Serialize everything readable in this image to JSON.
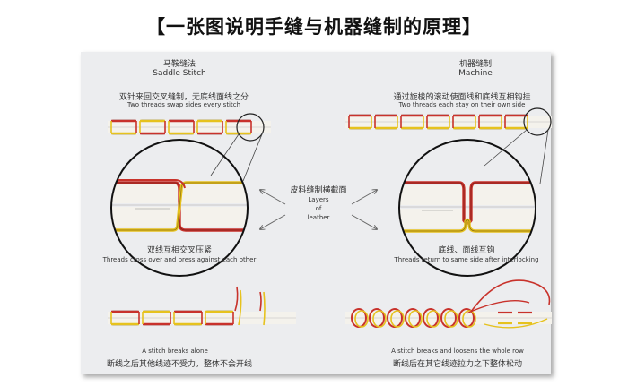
{
  "title": "【一张图说明手缝与机器缝制的原理】",
  "left": {
    "heading_zh": "马鞍缝法",
    "heading_en": "Saddle Stitch",
    "desc_zh": "双针来回交叉缝制，无底线面线之分",
    "desc_en": "Two threads swap sides every stitch",
    "detail_zh": "双线互相交叉压紧",
    "detail_en": "Threads cross over and press against each other",
    "break_en": "A stitch breaks alone",
    "break_zh": "断线之后其他线迹不受力，整体不会开线"
  },
  "right": {
    "heading_zh": "机器缝制",
    "heading_en": "Machine",
    "desc_zh": "通过旋梭的滚动使面线和底线互相钩挂",
    "desc_en": "Two threads each stay on their own side",
    "detail_zh": "底线、面线互钩",
    "detail_en": "Threads return to same side after interlocking",
    "break_en": "A stitch breaks and loosens the whole row",
    "break_zh": "断线后在其它线迹拉力之下整体松动"
  },
  "center": {
    "label_zh": "皮料缝制横截面",
    "label_en_1": "Layers",
    "label_en_2": "of",
    "label_en_3": "leather"
  },
  "colors": {
    "red_thread": "#c8322b",
    "yellow_thread": "#e6c21e",
    "leather": "#f4f2ec",
    "sheet": "#ecedef"
  }
}
